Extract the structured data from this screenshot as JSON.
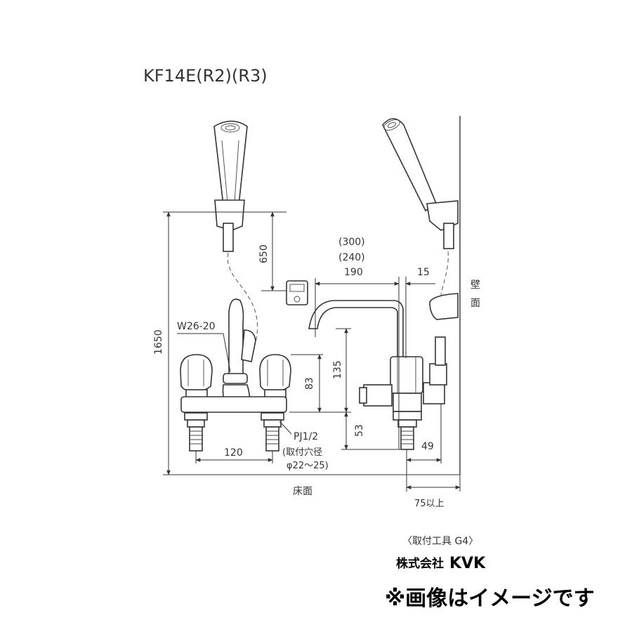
{
  "model": "KF14E(R2)(R3)",
  "labels": {
    "hose_fitting": "W26-20",
    "wall": "壁面",
    "floor": "床面",
    "pipe_thread": "PJ1/2",
    "hole_label": "(取付穴径",
    "hole_size": "φ22～25)",
    "tool": "〈取付工具 G4〉",
    "company_prefix": "株式会社",
    "company_name": "KVK",
    "disclaimer": "※画像はイメージです"
  },
  "dimensions": {
    "total_height": "1650",
    "holder_offset": "650",
    "handle_height": "83",
    "spout_height": "135",
    "inlet_height": "53",
    "pitch": "120",
    "spout_300": "(300)",
    "spout_240": "(240)",
    "spout_190": "190",
    "wall_15": "15",
    "wall_49": "49",
    "wall_min": "75以上"
  }
}
